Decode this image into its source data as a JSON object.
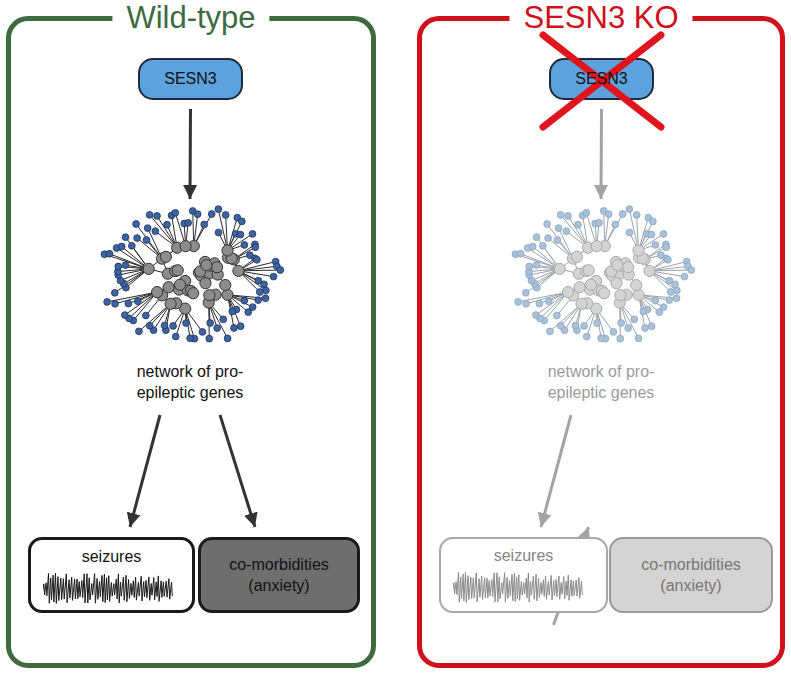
{
  "diagram": {
    "nodes": [
      {
        "text": [
          "Wild-type"
        ]
      },
      {
        "text": [
          "SESN3"
        ],
        "in": 0
      },
      {
        "text": [
          "network of pro-epileptic genes"
        ],
        "in": 0
      },
      {
        "text": [
          "seizures"
        ],
        "in": 0
      },
      {
        "text": [
          "co-morbidities (anxiety)"
        ],
        "in": 0
      },
      {
        "text": [
          "SESN3 KO"
        ]
      },
      {
        "text": [
          "SESN3"
        ],
        "in": 5
      },
      {
        "text": [
          "network of pro-epileptic genes"
        ],
        "in": 5
      },
      {
        "text": [
          "seizures"
        ],
        "in": 5
      },
      {
        "text": [
          "co-morbidities (anxiety)"
        ],
        "in": 5
      }
    ],
    "edges": [
      {
        "from": 1,
        "to": 2,
        "arrow": "to"
      },
      {
        "from": 2,
        "to": 3,
        "arrow": "to"
      },
      {
        "from": 2,
        "to": 4,
        "arrow": "to"
      },
      {
        "from": 6,
        "to": 7,
        "arrow": "to"
      },
      {
        "from": 7,
        "to": 8,
        "arrow": "to"
      },
      {
        "from": 8,
        "to": 8,
        "arrow": "to"
      }
    ]
  }
}
